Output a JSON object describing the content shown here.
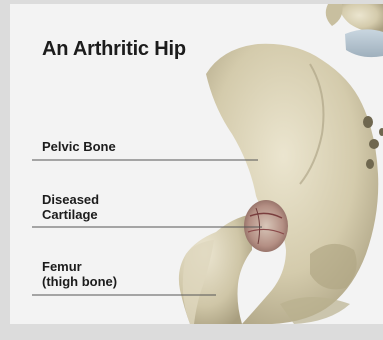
{
  "diagram": {
    "title": "An Arthritic Hip",
    "labels": {
      "pelvic_bone": "Pelvic Bone",
      "diseased_cartilage_line1": "Diseased",
      "diseased_cartilage_line2": "Cartilage",
      "femur_line1": "Femur",
      "femur_line2": "(thigh bone)"
    }
  }
}
